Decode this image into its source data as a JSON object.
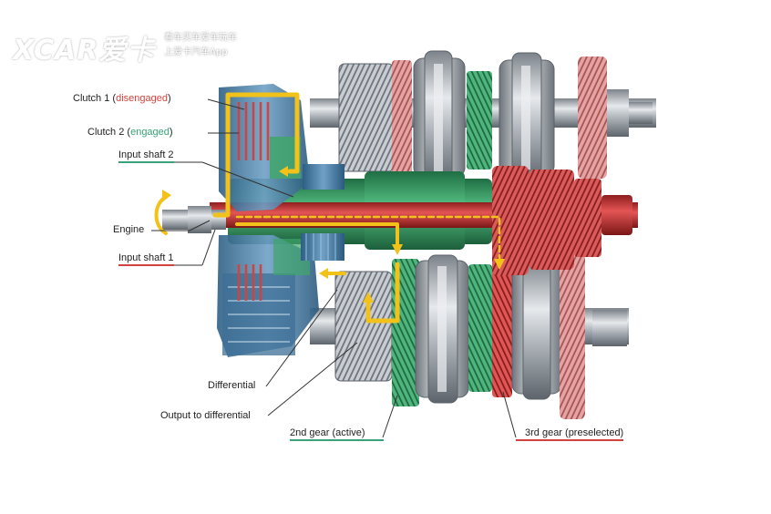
{
  "watermark": {
    "brand": "XCAR爱卡",
    "line1": "看车买车爱车玩车",
    "line2": "上爱卡汽车App"
  },
  "labels": {
    "clutch1_prefix": "Clutch 1 (",
    "clutch1_state": "disengaged",
    "clutch1_suffix": ")",
    "clutch2_prefix": "Clutch 2 (",
    "clutch2_state": "engaged",
    "clutch2_suffix": ")",
    "input_shaft_2": "Input shaft 2",
    "engine": "Engine",
    "input_shaft_1": "Input shaft 1",
    "differential": "Differential",
    "output_to_differential": "Output to differential",
    "gear_2nd": "2nd gear (active)",
    "gear_3rd": "3rd gear (preselected)"
  },
  "colors": {
    "clutch2_green": "#3aa37a",
    "clutch1_red": "#d2433f",
    "power_flow_yellow": "#f2c21b",
    "housing_blue": "#4a7fa6",
    "shaft_green": "#3fa66b",
    "shaft_red": "#d23a3a",
    "gear_silver": "#b9bec4"
  }
}
